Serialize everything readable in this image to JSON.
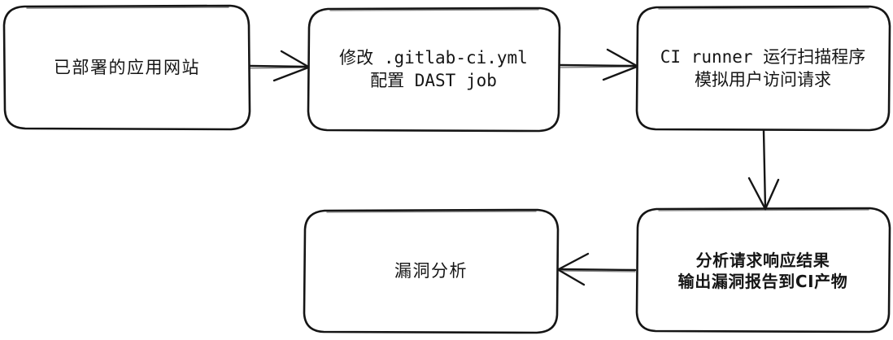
{
  "diagram": {
    "type": "flowchart",
    "title": "DAST GitLab CI flow",
    "style": "hand-drawn rounded rectangles with sketchy arrows",
    "stroke_color": "#151515",
    "fill_color": "#ffffff",
    "background": "#ffffff",
    "nodes": [
      {
        "id": "site",
        "label": "已部署的应用网站",
        "position": "top-left"
      },
      {
        "id": "ci_config",
        "label": "修改 .gitlab-ci.yml\n配置 DAST job",
        "position": "top-center"
      },
      {
        "id": "runner",
        "label": "CI runner 运行扫描程序\n模拟用户访问请求",
        "position": "top-right"
      },
      {
        "id": "analysis",
        "label": "漏洞分析",
        "position": "bottom-center"
      },
      {
        "id": "report",
        "label": "分析请求响应结果\n输出漏洞报告到CI产物",
        "position": "bottom-right"
      }
    ],
    "edges": [
      {
        "id": "e1",
        "from": "site",
        "to": "ci_config",
        "direction": "right",
        "label": ""
      },
      {
        "id": "e2",
        "from": "ci_config",
        "to": "runner",
        "direction": "right",
        "label": ""
      },
      {
        "id": "e3",
        "from": "runner",
        "to": "report",
        "direction": "down",
        "label": ""
      },
      {
        "id": "e4",
        "from": "report",
        "to": "analysis",
        "direction": "left",
        "label": ""
      }
    ]
  }
}
